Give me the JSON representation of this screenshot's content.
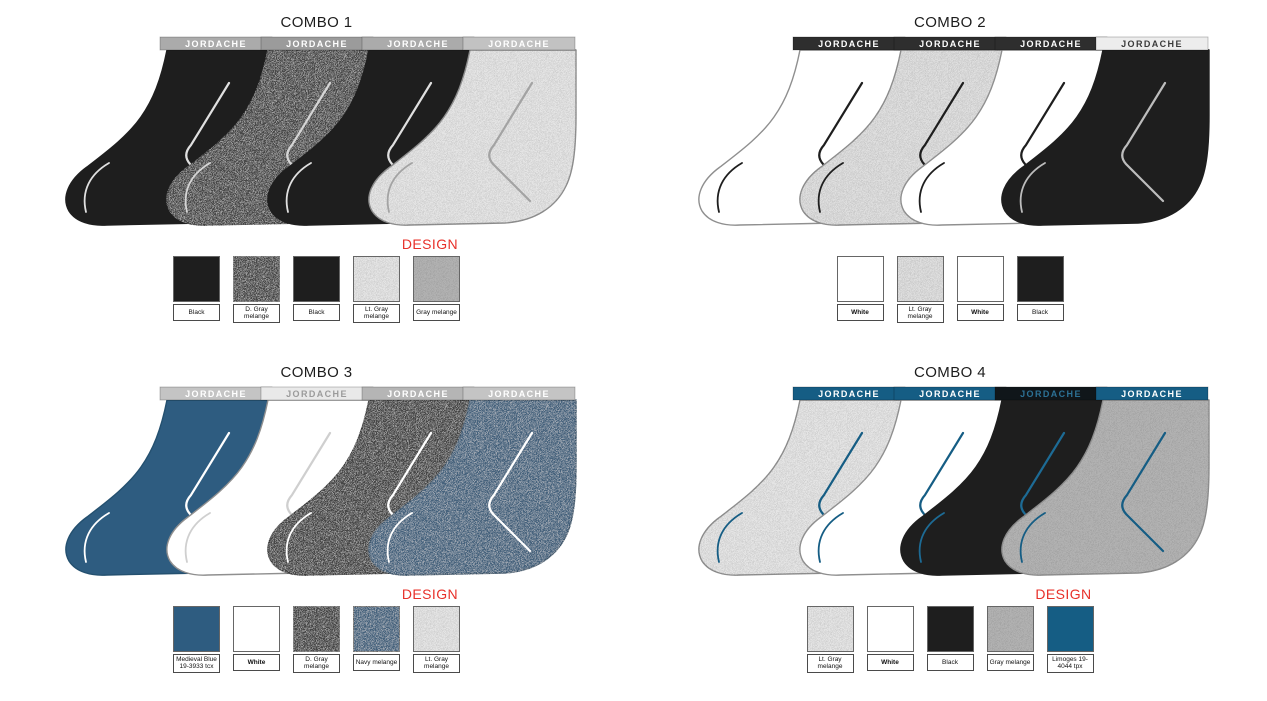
{
  "page": {
    "background": "#ffffff",
    "brand_word": "JORDACHE",
    "design_label_color": "#e8312a"
  },
  "combos": [
    {
      "title": "COMBO 1",
      "design_label": "DESIGN",
      "socks": [
        {
          "body": "#1e1e1e",
          "outline": "#1e1e1e",
          "band_bg": "#ababab",
          "band_text": "#ffffff",
          "accent": "#e0e0e0",
          "melange": ""
        },
        {
          "body": "#4a4a4a",
          "outline": "#3a3a3a",
          "band_bg": "#9b9b9b",
          "band_text": "#ffffff",
          "accent": "#d5d5d5",
          "melange": "light"
        },
        {
          "body": "#1e1e1e",
          "outline": "#1e1e1e",
          "band_bg": "#ababab",
          "band_text": "#ffffff",
          "accent": "#e0e0e0",
          "melange": ""
        },
        {
          "body": "#e4e4e4",
          "outline": "#8f8f8f",
          "band_bg": "#c2c2c2",
          "band_text": "#ffffff",
          "accent": "#a3a3a3",
          "melange": "dark"
        }
      ],
      "swatches": [
        {
          "label": "Black",
          "color": "#1e1e1e",
          "melange": ""
        },
        {
          "label": "D. Gray melange",
          "color": "#4a4a4a",
          "melange": "light"
        },
        {
          "label": "Black",
          "color": "#1e1e1e",
          "melange": ""
        },
        {
          "label": "Lt. Gray melange",
          "color": "#e4e4e4",
          "melange": "dark"
        },
        {
          "label": "Gray melange",
          "color": "#b2b2b2",
          "melange": "dark"
        }
      ]
    },
    {
      "title": "COMBO 2",
      "design_label": "",
      "socks": [
        {
          "body": "#ffffff",
          "outline": "#8f8f8f",
          "band_bg": "#2e2e2e",
          "band_text": "#ffffff",
          "accent": "#1e1e1e",
          "melange": ""
        },
        {
          "body": "#dedede",
          "outline": "#8f8f8f",
          "band_bg": "#2e2e2e",
          "band_text": "#ffffff",
          "accent": "#1e1e1e",
          "melange": "dark"
        },
        {
          "body": "#ffffff",
          "outline": "#8f8f8f",
          "band_bg": "#2e2e2e",
          "band_text": "#ffffff",
          "accent": "#1e1e1e",
          "melange": ""
        },
        {
          "body": "#1e1e1e",
          "outline": "#1e1e1e",
          "band_bg": "#ededed",
          "band_text": "#3a3a3a",
          "accent": "#bdbdbd",
          "melange": ""
        }
      ],
      "swatches": [
        {
          "label": "White",
          "color": "#ffffff",
          "melange": "",
          "bold": true
        },
        {
          "label": "Lt. Gray melange",
          "color": "#dedede",
          "melange": "dark"
        },
        {
          "label": "White",
          "color": "#ffffff",
          "melange": "",
          "bold": true
        },
        {
          "label": "Black",
          "color": "#1e1e1e",
          "melange": ""
        }
      ]
    },
    {
      "title": "COMBO 3",
      "design_label": "DESIGN",
      "socks": [
        {
          "body": "#2e5c80",
          "outline": "#24506f",
          "band_bg": "#c4c4c4",
          "band_text": "#ffffff",
          "accent": "#ffffff",
          "melange": ""
        },
        {
          "body": "#ffffff",
          "outline": "#8f8f8f",
          "band_bg": "#e9e9e9",
          "band_text": "#9b9b9b",
          "accent": "#cfcfcf",
          "melange": ""
        },
        {
          "body": "#474747",
          "outline": "#383838",
          "band_bg": "#b5b5b5",
          "band_text": "#ffffff",
          "accent": "#ffffff",
          "melange": "light"
        },
        {
          "body": "#47637d",
          "outline": "#3a5268",
          "band_bg": "#c4c4c4",
          "band_text": "#ffffff",
          "accent": "#ffffff",
          "melange": "light"
        }
      ],
      "swatches": [
        {
          "label": "Medieval Blue 19-3933 tcx",
          "color": "#2e5c80",
          "melange": ""
        },
        {
          "label": "White",
          "color": "#ffffff",
          "melange": "",
          "bold": true
        },
        {
          "label": "D. Gray melange",
          "color": "#474747",
          "melange": "light"
        },
        {
          "label": "Navy melange",
          "color": "#47637d",
          "melange": "light"
        },
        {
          "label": "Lt. Gray melange",
          "color": "#e4e4e4",
          "melange": "dark"
        }
      ]
    },
    {
      "title": "COMBO 4",
      "design_label": "DESIGN",
      "socks": [
        {
          "body": "#e4e4e4",
          "outline": "#8f8f8f",
          "band_bg": "#155d84",
          "band_text": "#ffffff",
          "accent": "#155d84",
          "melange": "dark"
        },
        {
          "body": "#ffffff",
          "outline": "#8f8f8f",
          "band_bg": "#155d84",
          "band_text": "#ffffff",
          "accent": "#155d84",
          "melange": ""
        },
        {
          "body": "#1e1e1e",
          "outline": "#1e1e1e",
          "band_bg": "#10161a",
          "band_text": "#2c7195",
          "accent": "#1d6b95",
          "melange": ""
        },
        {
          "body": "#b2b2b2",
          "outline": "#8f8f8f",
          "band_bg": "#155d84",
          "band_text": "#ffffff",
          "accent": "#155d84",
          "melange": "dark"
        }
      ],
      "swatches": [
        {
          "label": "Lt. Gray melange",
          "color": "#e4e4e4",
          "melange": "dark"
        },
        {
          "label": "White",
          "color": "#ffffff",
          "melange": "",
          "bold": true
        },
        {
          "label": "Black",
          "color": "#1e1e1e",
          "melange": ""
        },
        {
          "label": "Gray melange",
          "color": "#b2b2b2",
          "melange": "dark"
        },
        {
          "label": "Limoges 19-4044 tpx",
          "color": "#155d84",
          "melange": ""
        }
      ]
    }
  ]
}
